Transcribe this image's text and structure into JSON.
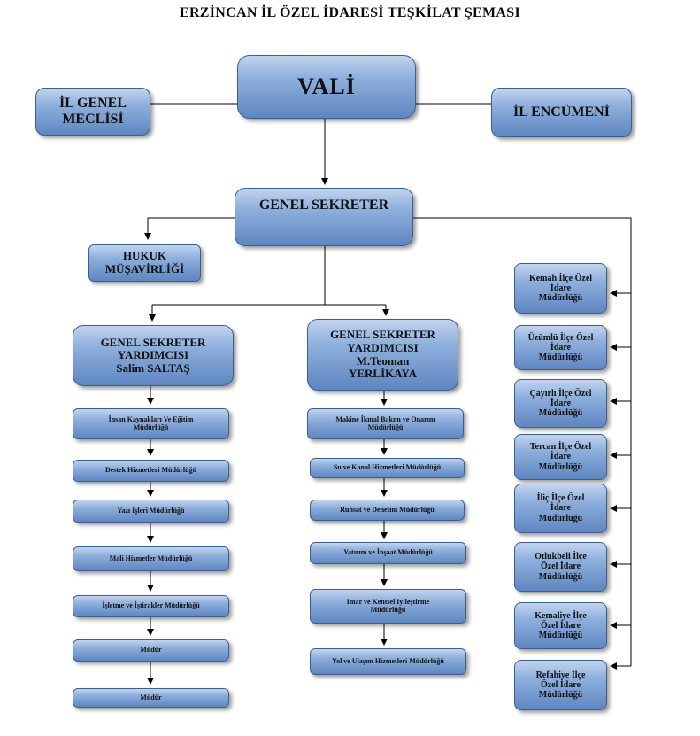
{
  "title": "ERZİNCAN İL ÖZEL İDARESİ TEŞKİLAT ŞEMASI",
  "top": {
    "vali": "VALİ",
    "il_genel_meclisi": "İL GENEL\nMECLİSİ",
    "il_encumeni": "İL  ENCÜMENİ",
    "genel_sekreter": "GENEL SEKRETER",
    "hukuk": "HUKUK\nMÜŞAVİRLİĞİ"
  },
  "left_branch": {
    "head": "GENEL SEKRETER\nYARDIMCISI\nSalim SALTAŞ",
    "units": [
      "İnsan Kaynakları Ve Eğitim\nMüdürlüğü",
      "Destek Hizmetleri Müdürlüğü",
      "Yazı İşleri Müdürlüğü",
      "Mali Hizmetler Müdürlüğü",
      "İşletme ve İştirakler Müdürlüğü",
      "Müdür",
      "Müdür"
    ]
  },
  "middle_branch": {
    "head": "GENEL SEKRETER\nYARDIMCISI\nM.Teoman\nYERLİKAYA",
    "units": [
      "Makine İkmal Bakım ve Onarım\nMüdürlüğü",
      "Su ve Kanal Hizmetleri Müdürlüğü",
      "Ruhsat ve Denetim Müdürlüğü",
      "Yatırım ve İnşaat Müdürlüğü",
      "Imar ve Kentsel Iyileştirme\nMüdürlüğü",
      "Yol ve Ulaşım Hizmetleri  Müdürlüğü"
    ]
  },
  "districts": [
    "Kemah İlçe Özel\nİdare\nMüdürlüğü",
    "Üzümlü İlçe Özel\nİdare\nMüdürlüğü",
    "Çayırlı İlçe Özel\nİdare\nMüdürlüğü",
    "Tercan  İlçe Özel\nİdare\nMüdürlüğü",
    "İliç  İlçe Özel\nİdare\nMüdürlüğü",
    "Otlukbeli İlçe\nÖzel İdare\nMüdürlüğü",
    "Kemaliye İlçe\nÖzel İdare\nMüdürlüğü",
    "Refahiye İlçe\nÖzel İdare\nMüdürlüğü"
  ]
}
